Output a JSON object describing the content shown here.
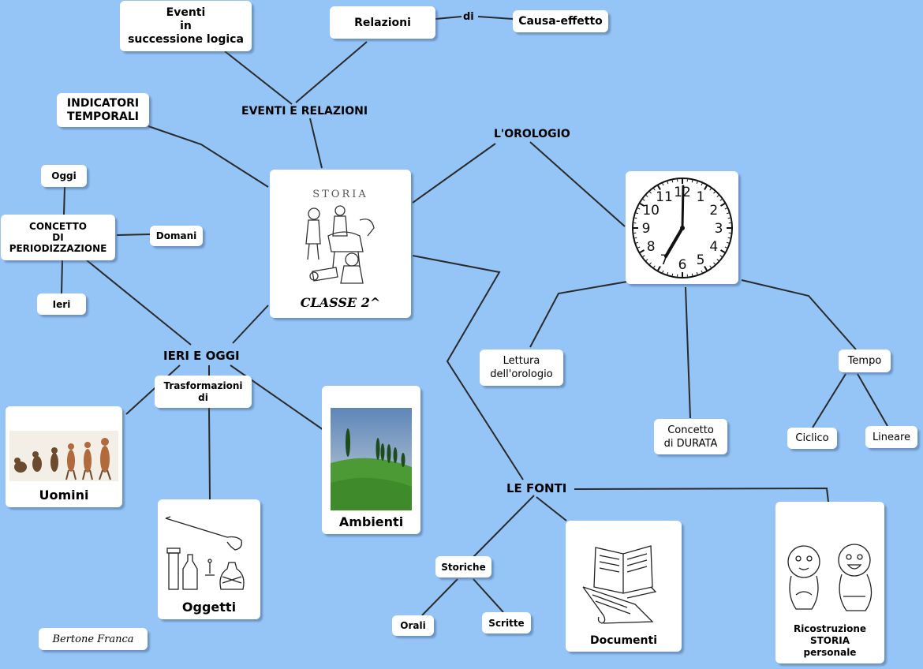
{
  "colors": {
    "background": "#95c4f7",
    "line": "#2a2a2a",
    "box": "#ffffff"
  },
  "center": {
    "title": "STORIA",
    "caption": "CLASSE 2^"
  },
  "top": {
    "eventi_relazioni": "EVENTI E RELAZIONI",
    "eventi_logica": "Eventi\nin\nsuccessione logica",
    "relazioni": "Relazioni",
    "di": "di",
    "causa_effetto": "Causa-effetto",
    "indicatori": "INDICATORI\nTEMPORALI"
  },
  "periodizzazione": {
    "concetto": "CONCETTO\nDI\nPERIODIZZAZIONE",
    "oggi": "Oggi",
    "domani": "Domani",
    "ieri": "Ieri"
  },
  "ieri_oggi": {
    "label": "IERI E OGGI",
    "trasformazioni": "Trasformazioni\ndi",
    "uomini": "Uomini",
    "oggetti": "Oggetti",
    "ambienti": "Ambienti"
  },
  "orologio": {
    "label": "L'OROLOGIO",
    "clock_numbers": [
      "12",
      "1",
      "2",
      "3",
      "4",
      "5",
      "6",
      "7",
      "8",
      "9",
      "10",
      "11"
    ],
    "lettura": "Lettura\ndell'orologio",
    "durata": "Concetto\ndi DURATA",
    "tempo": "Tempo",
    "ciclico": "Ciclico",
    "lineare": "Lineare"
  },
  "fonti": {
    "label": "LE FONTI",
    "storiche": "Storiche",
    "orali": "Orali",
    "scritte": "Scritte",
    "documenti": "Documenti",
    "ricostruzione": "Ricostruzione\nSTORIA\npersonale"
  },
  "author": "Bertone Franca"
}
